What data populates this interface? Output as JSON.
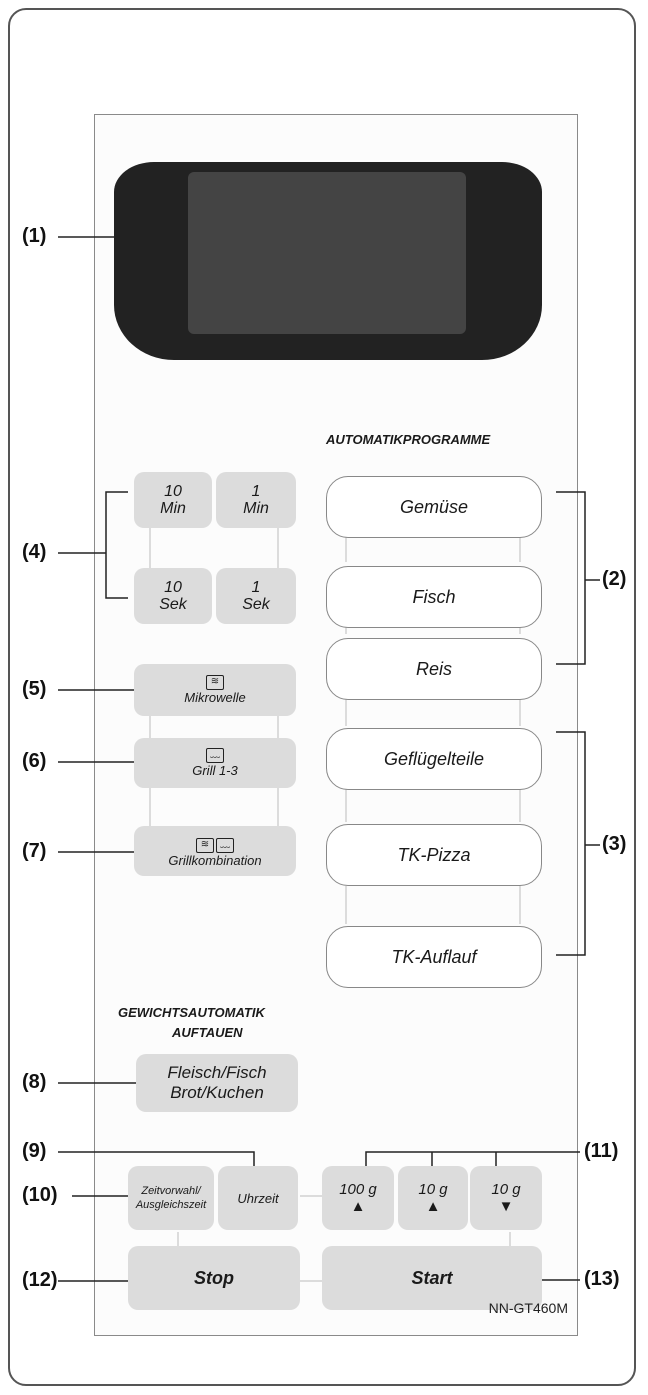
{
  "callouts": [
    "(1)",
    "(2)",
    "(3)",
    "(4)",
    "(5)",
    "(6)",
    "(7)",
    "(8)",
    "(9)",
    "(10)",
    "(11)",
    "(12)",
    "(13)"
  ],
  "heading_auto": "AUTOMATIKPROGRAMME",
  "heading_weight_1": "GEWICHTSAUTOMATIK",
  "heading_weight_2": "AUFTAUEN",
  "time": {
    "min10_a": "10",
    "min10_b": "Min",
    "min1_a": "1",
    "min1_b": "Min",
    "sec10_a": "10",
    "sec10_b": "Sek",
    "sec1_a": "1",
    "sec1_b": "Sek"
  },
  "modes": {
    "micro": "Mikrowelle",
    "grill": "Grill 1-3",
    "combi": "Grillkombination",
    "micro_icon": "≋",
    "grill_icon": "﹏"
  },
  "auto_programs": [
    "Gemüse",
    "Fisch",
    "Reis",
    "Geflügelteile",
    "TK-Pizza",
    "TK-Auflauf"
  ],
  "defrost": {
    "line1": "Fleisch/Fisch",
    "line2": "Brot/Kuchen"
  },
  "clock": {
    "preset_1": "Zeitvorwahl/",
    "preset_2": "Ausgleichszeit",
    "time": "Uhrzeit"
  },
  "weight": [
    {
      "amount": "100 g",
      "arrow": "▲"
    },
    {
      "amount": "10 g",
      "arrow": "▲"
    },
    {
      "amount": "10 g",
      "arrow": "▼"
    }
  ],
  "stop": "Stop",
  "start": "Start",
  "model": "NN-GT460M"
}
